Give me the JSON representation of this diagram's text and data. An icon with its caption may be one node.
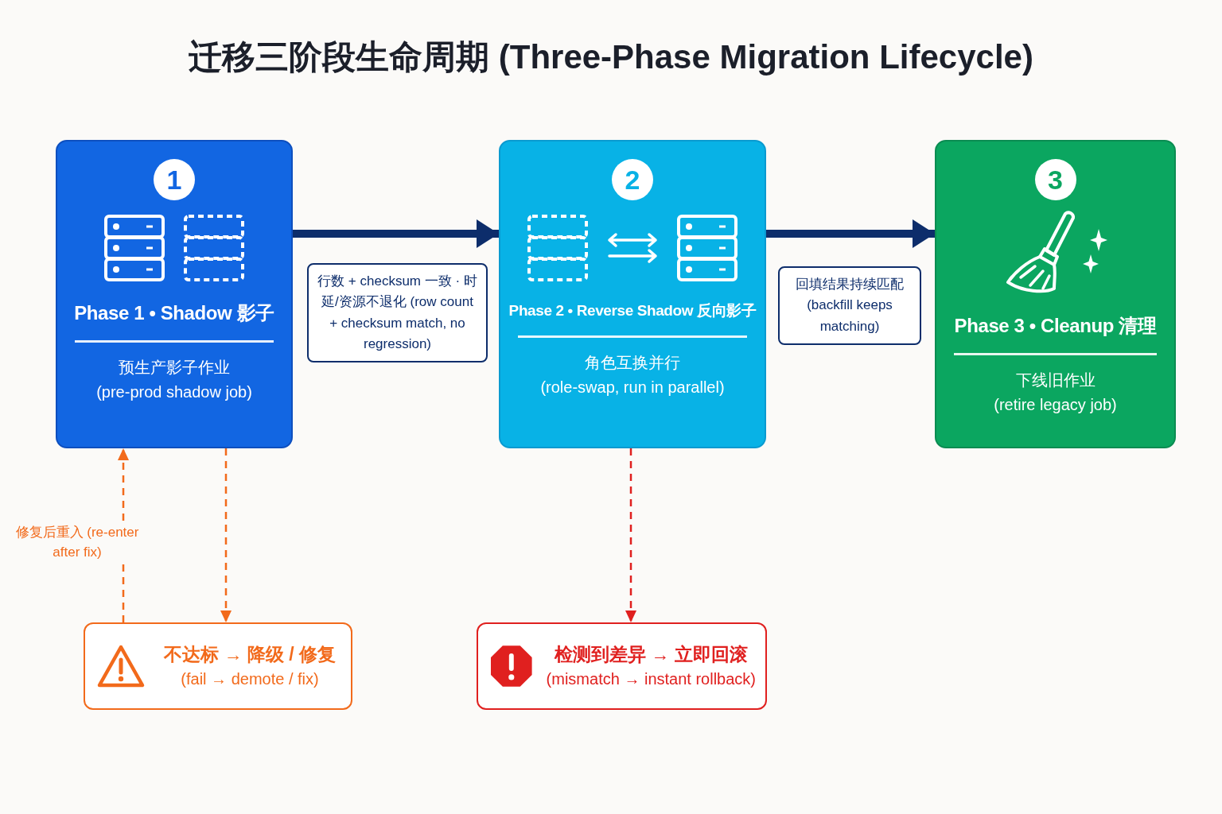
{
  "diagram": {
    "title": "迁移三阶段生命周期 (Three-Phase Migration Lifecycle)",
    "nodes": [
      {
        "text": [
          "1",
          "Phase 1 • Shadow 影子",
          "预生产影子作业",
          "(pre-prod shadow job)"
        ]
      },
      {
        "text": [
          "2",
          "Phase 2 • Reverse Shadow 反向影子",
          "角色互换并行",
          "(role-swap, run in parallel)"
        ]
      },
      {
        "text": [
          "3",
          "Phase 3 • Cleanup 清理",
          "下线旧作业",
          "(retire legacy job)"
        ]
      },
      {
        "text": [
          "不达标 → 降级 / 修复",
          "(fail → demote / fix)"
        ]
      },
      {
        "text": [
          "检测到差异 → 立即回滚",
          "(mismatch → instant rollback)"
        ]
      }
    ],
    "edges": [
      {
        "from": 0,
        "to": 1,
        "arrow": "to",
        "style": "thick",
        "label": "行数 + checksum 一致 · 时延/资源不退化 (row count + checksum match, no regression)"
      },
      {
        "from": 1,
        "to": 2,
        "arrow": "to",
        "style": "thick",
        "label": "回填结果持续匹配 (backfill keeps matching)"
      },
      {
        "from": 0,
        "to": 3,
        "arrow": "to",
        "style": "dashed",
        "color": "#f26a1b"
      },
      {
        "from": 3,
        "to": 0,
        "arrow": "to",
        "style": "dashed",
        "color": "#f26a1b",
        "label": "修复后重入 (re-enter after fix)"
      },
      {
        "from": 1,
        "to": 4,
        "arrow": "to",
        "style": "dashed",
        "color": "#e0201f"
      }
    ]
  }
}
